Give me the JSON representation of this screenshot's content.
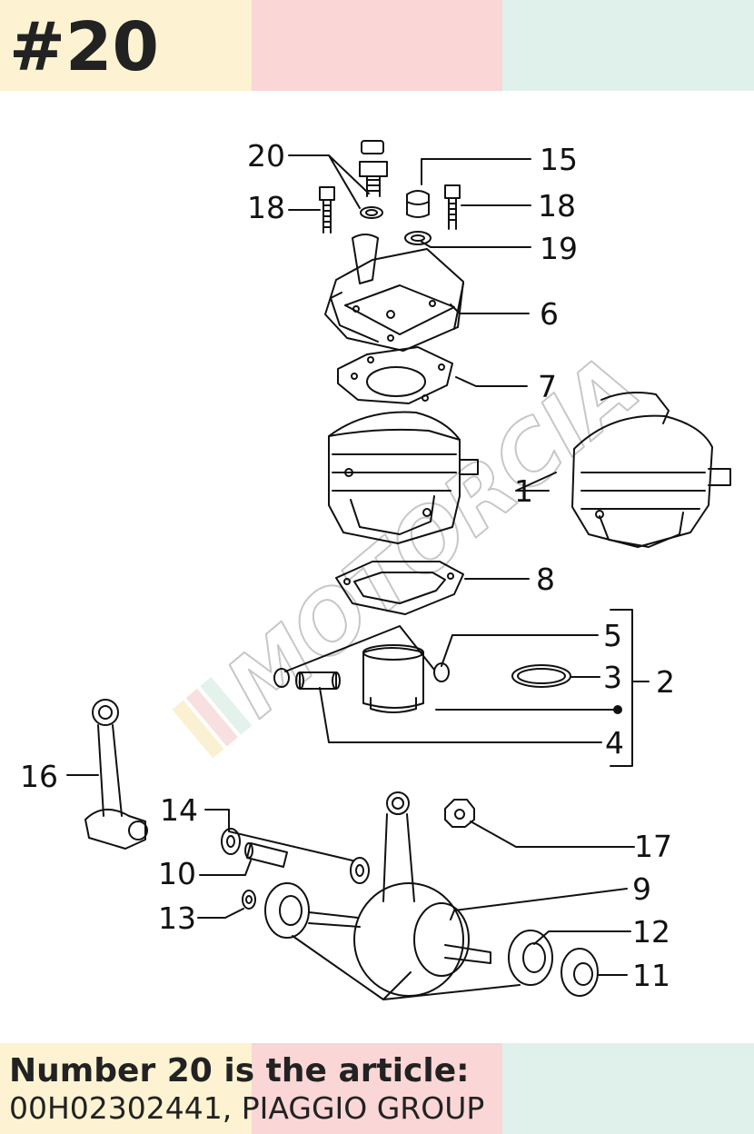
{
  "colors": {
    "band_yellow": "#fdf3d2",
    "band_pink": "#fad6d6",
    "band_mint": "#dff1ea",
    "line": "#111111"
  },
  "header": {
    "title": "#20"
  },
  "watermark": {
    "text": "MOTORCIA"
  },
  "diagram": {
    "callouts": [
      "20",
      "15",
      "18",
      "18",
      "19",
      "6",
      "7",
      "1",
      "8",
      "5",
      "3",
      "2",
      "4",
      "16",
      "14",
      "17",
      "10",
      "9",
      "13",
      "12",
      "11"
    ]
  },
  "footer": {
    "line1": "Number 20 is the article:",
    "line2": "00H02302441, PIAGGIO GROUP"
  }
}
